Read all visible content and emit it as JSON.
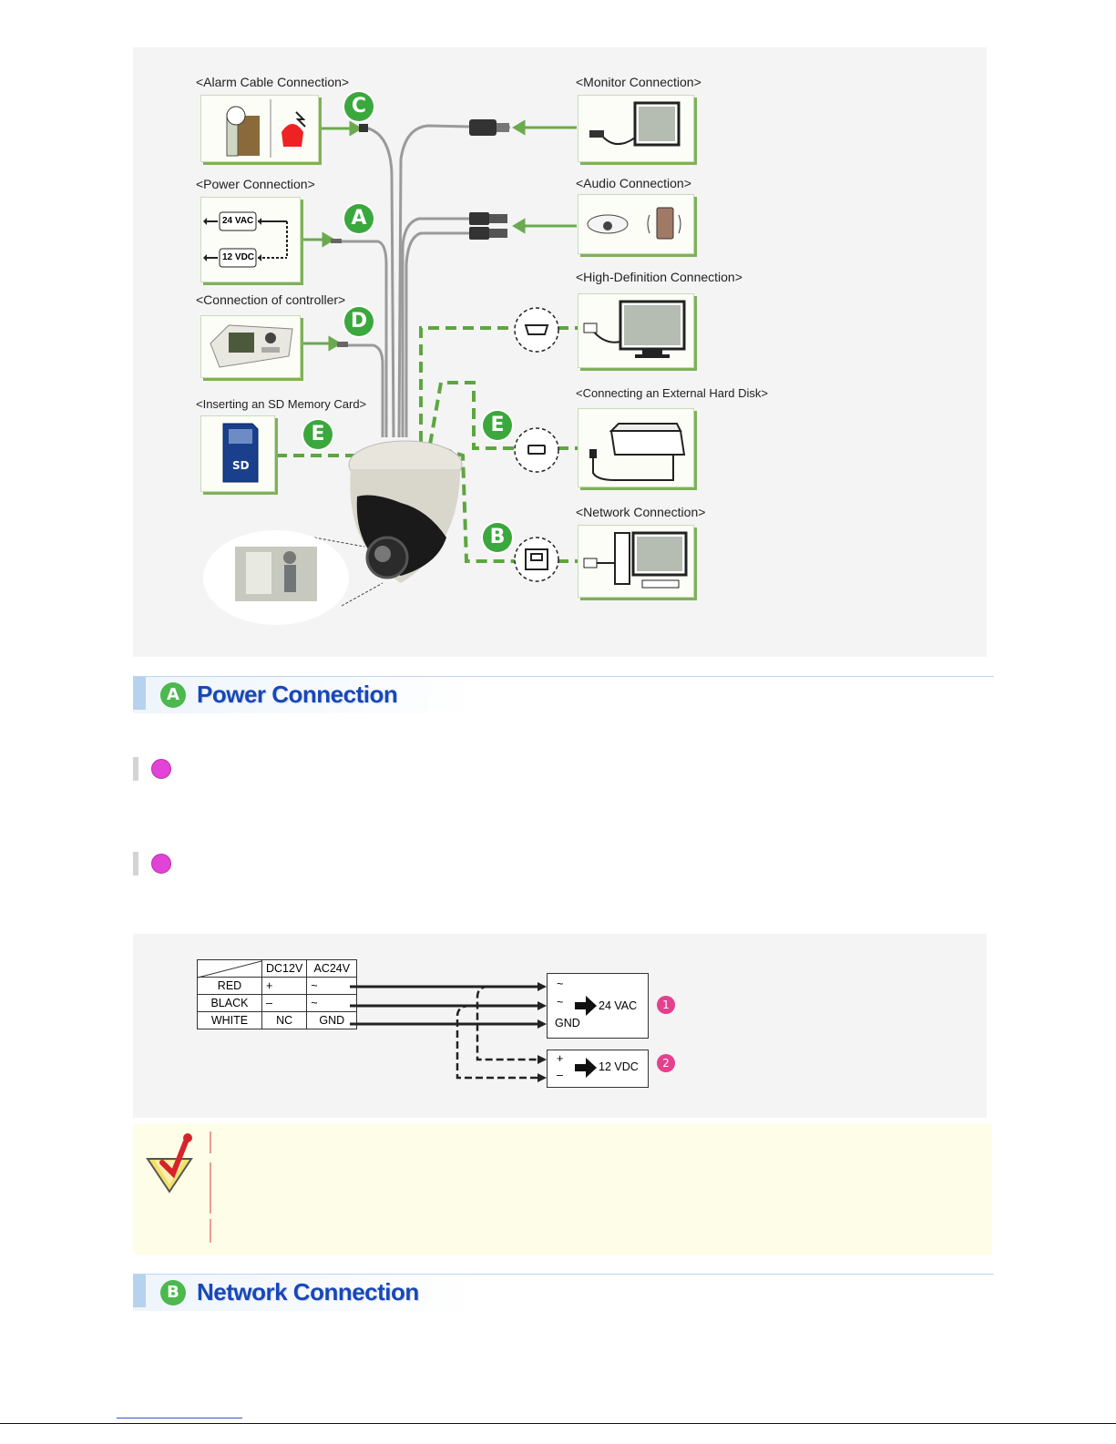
{
  "diagram": {
    "labels": {
      "alarm": "<Alarm Cable Connection>",
      "power": "<Power Connection>",
      "controller": "<Connection of controller>",
      "sd": "<Inserting an SD Memory Card>",
      "monitor": "<Monitor Connection>",
      "audio": "<Audio Connection>",
      "hd": "<High-Definition Connection>",
      "hdd": "<Connecting an External Hard Disk>",
      "network": "<Network Connection>"
    },
    "badges": {
      "a": "A",
      "b": "B",
      "c": "C",
      "d": "D",
      "e1": "E",
      "e2": "E"
    },
    "power_box": {
      "vac": "24 VAC",
      "vdc": "12 VDC"
    }
  },
  "section_a": {
    "letter": "A",
    "title": "Power Connection"
  },
  "wiring": {
    "header": [
      "",
      "DC12V",
      "AC24V"
    ],
    "rows": [
      [
        "RED",
        "+",
        "~"
      ],
      [
        "BLACK",
        "–",
        "~"
      ],
      [
        "WHITE",
        "NC",
        "GND"
      ]
    ],
    "ac_box": {
      "pin1": "~",
      "pin2": "~",
      "pin3": "GND",
      "label": "24 VAC",
      "num": "1"
    },
    "dc_box": {
      "pin1": "+",
      "pin2": "–",
      "label": "12 VDC",
      "num": "2"
    }
  },
  "section_b": {
    "letter": "B",
    "title": "Network Connection"
  },
  "colors": {
    "accent_green": "#3aa83c",
    "heading_blue": "#1847b8",
    "bullet_magenta": "#e043d6"
  }
}
